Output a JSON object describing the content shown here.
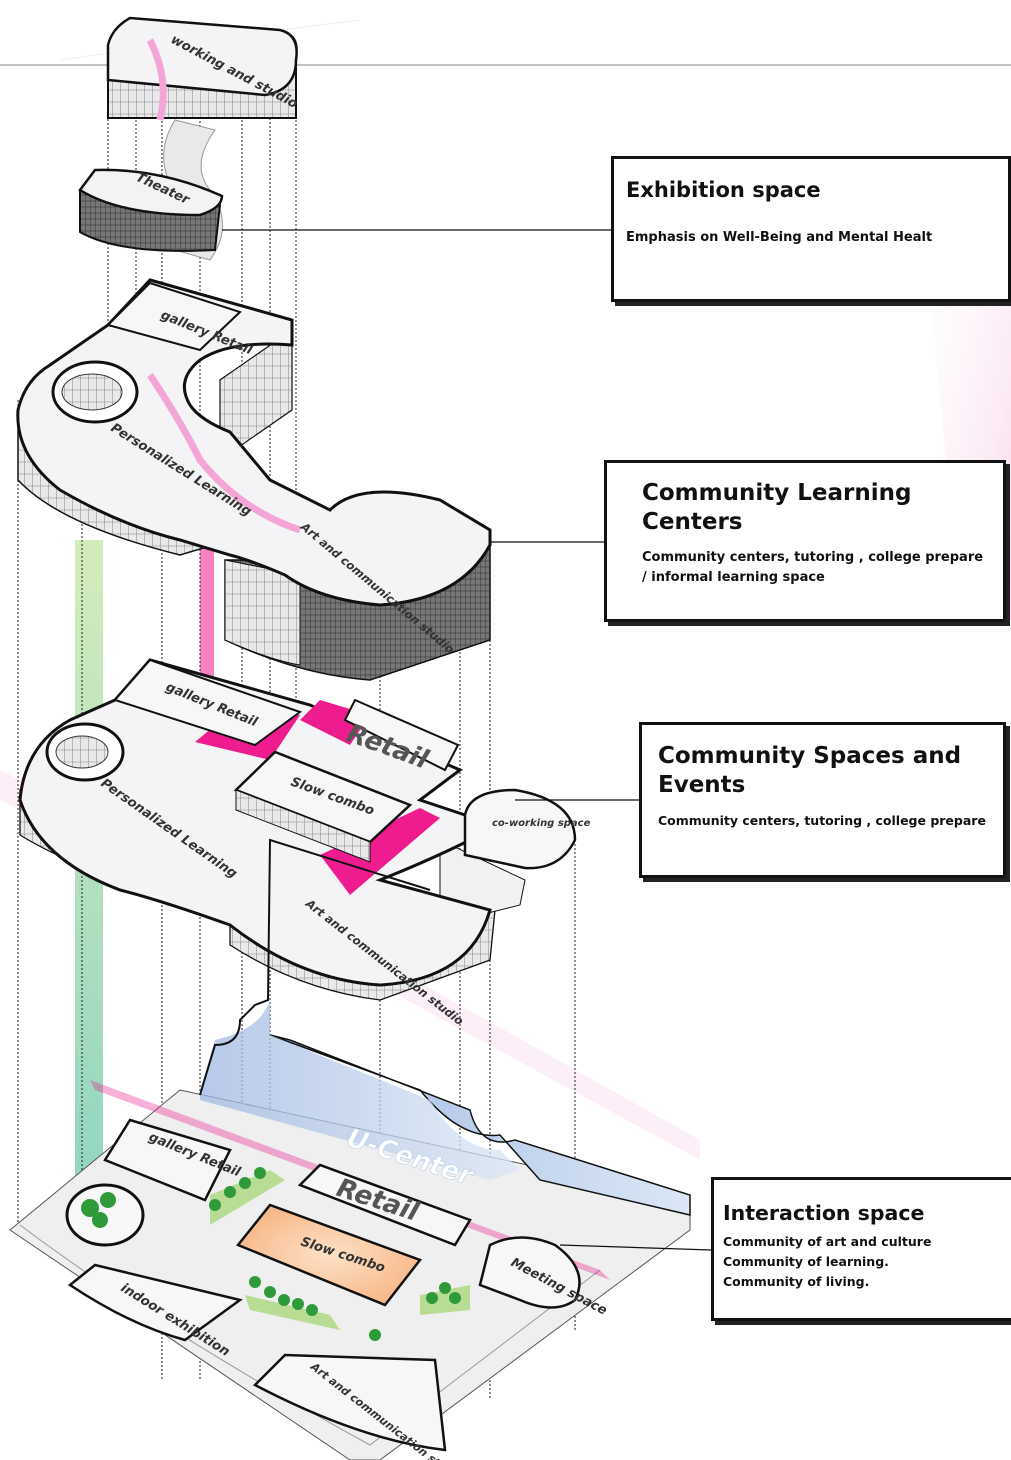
{
  "callouts": {
    "exhibition": {
      "title": "Exhibition space",
      "subtitle": "Emphasis on Well-Being and Mental Healt"
    },
    "learning_centers": {
      "title": "Community Learning Centers",
      "subtitle": "Community centers, tutoring , college prepare /  informal learning space"
    },
    "spaces_events": {
      "title": "Community Spaces and Events",
      "subtitle": "Community centers, tutoring , college prepare"
    },
    "interaction": {
      "title": "Interaction space",
      "lines": [
        "Community of art  and culture",
        "Community of learning.",
        "Community of  living."
      ]
    }
  },
  "level4": {
    "working_studio": "working and studio",
    "theater": "Theater"
  },
  "level3": {
    "gallery_retail": "gallery Retail",
    "personalized_learning": "Personalized Learning",
    "art_studio": "Art and communication studio"
  },
  "level2": {
    "gallery_retail": "gallery Retail",
    "retail": "Retail",
    "slow_combo": "Slow combo",
    "coworking": "co-working space",
    "personalized_learning": "Personalized Learning",
    "art_studio": "Art and communication studio"
  },
  "ground": {
    "ucenter": "U-Center",
    "gallery_retail": "gallery Retail",
    "retail": "Retail",
    "slow_combo": "Slow combo",
    "meeting": "Meeting space",
    "indoor_exhibition": "indoor exhibition",
    "art_studio": "Art and communication studio"
  },
  "colors": {
    "accent_magenta": "#ee1c8f",
    "light_pink": "#f3a6d6",
    "green_band": "#a9d98a",
    "teal_band": "#7fcfb5",
    "water_blue": "#b8cfe9",
    "lawn_green": "#b9dc95",
    "tree_green": "#2f9a3a",
    "slow_combo_orange": "#f7b383"
  }
}
